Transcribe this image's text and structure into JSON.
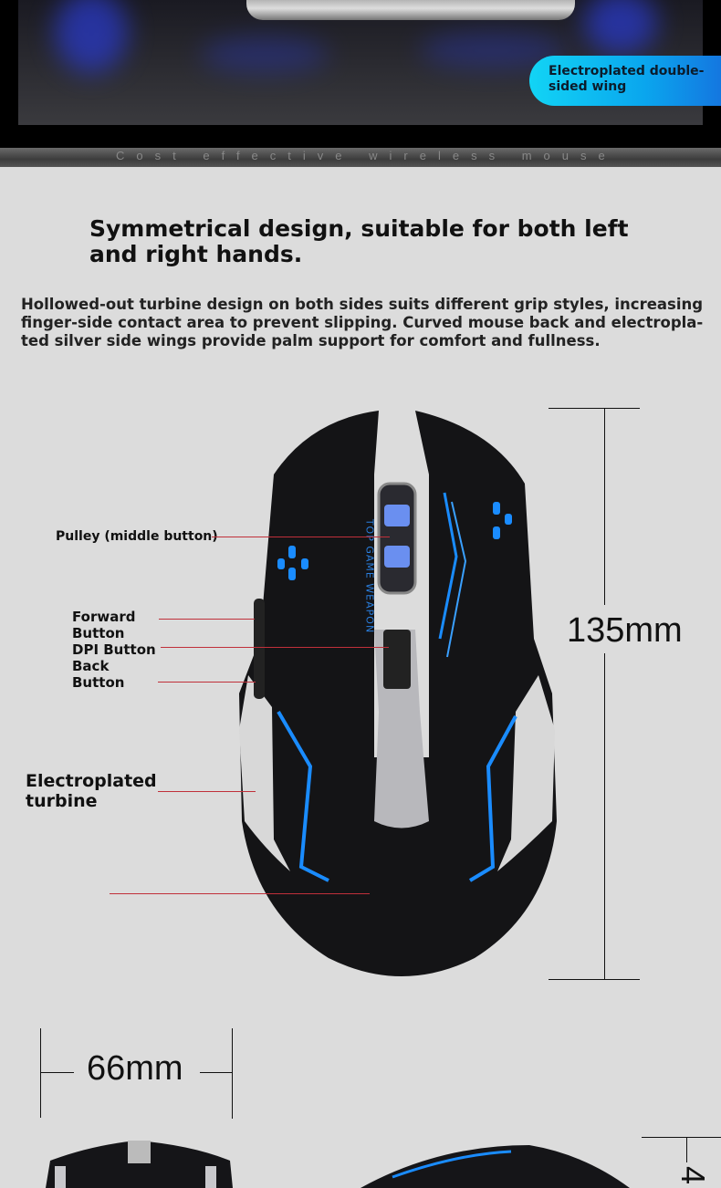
{
  "hero": {
    "badge": "Electroplated double-sided wing"
  },
  "band": {
    "text": "Cost effective wireless mouse"
  },
  "heading": "Symmetrical design, suitable for both left and right hands.",
  "description": "Hollowed-out turbine design on both sides suits different grip styles, increasing finger-side contact area to prevent slipping. Curved mouse back and electropla-ted silver side wings provide palm support for comfort and fullness.",
  "callouts": {
    "pulley": "Pulley (middle button)",
    "forward": "Forward",
    "forward2": "Button",
    "dpi": "DPI Button",
    "back": "Back",
    "back2": "Button",
    "turbine": "Electroplated",
    "turbine2": "turbine"
  },
  "mouse_text": "TOP GAME WEAPON",
  "dimensions": {
    "length": "135mm",
    "width": "66mm",
    "height_partial": "4"
  },
  "colors": {
    "accent_blue": "#1a8cff",
    "badge": "#12d4f5",
    "callout_line": "#c0303a"
  }
}
